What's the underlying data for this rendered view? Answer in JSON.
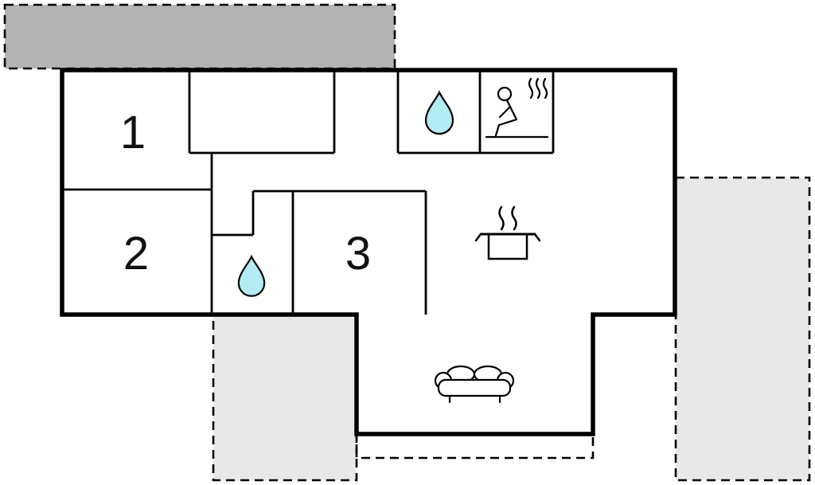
{
  "floor_plan": {
    "title": "floor-plan",
    "rooms": [
      {
        "name": "room-1",
        "label": "1"
      },
      {
        "name": "room-2",
        "label": "2"
      },
      {
        "name": "room-3",
        "label": "3"
      }
    ],
    "icons": [
      {
        "name": "water-drop-icon",
        "area": "top-bathroom"
      },
      {
        "name": "sauna-person-icon",
        "area": "sauna"
      },
      {
        "name": "water-drop-icon",
        "area": "lower-bathroom"
      },
      {
        "name": "cooking-pot-icon",
        "area": "kitchen"
      },
      {
        "name": "sofa-icon",
        "area": "living-room"
      }
    ],
    "colors": {
      "wall": "#000000",
      "background": "#ffffff",
      "terrace_fill": "#b3b3b3",
      "patio_fill": "#e8e8e8",
      "water_fill": "#b2ebf2"
    }
  }
}
